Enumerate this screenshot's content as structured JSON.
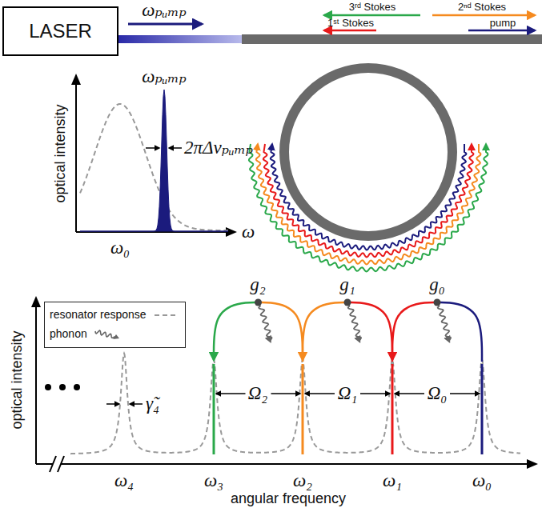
{
  "diagram": {
    "nodes": [
      {
        "text": [
          "LASER"
        ]
      }
    ],
    "labels": [
      "ωₚᵤₘₚ",
      "3ʳᵈ Stokes",
      "2ⁿᵈ Stokes",
      "1ˢᵗ Stokes",
      "pump",
      "ωₚᵤₘₚ",
      "2πΔνₚᵤₘₚ",
      "optical intensity",
      "ω",
      "ω₀",
      "g₂",
      "g₁",
      "g₀",
      "Ω₂",
      "Ω₁",
      "Ω₀",
      "γ̃₄",
      "ω₄",
      "ω₃",
      "ω₂",
      "ω₁",
      "ω₀",
      "angular frequency",
      "optical intensity"
    ],
    "legend": [
      {
        "text": "resonator response"
      },
      {
        "text": "phonon"
      }
    ]
  }
}
